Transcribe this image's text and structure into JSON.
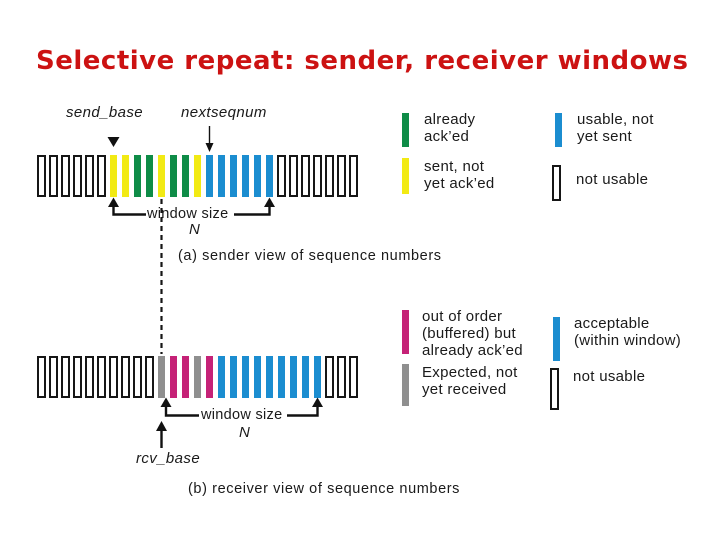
{
  "title": "Selective repeat: sender, receiver windows",
  "colors": {
    "title_red": "#cc1212",
    "green": "#0e8c47",
    "yellow": "#f2ea14",
    "blue": "#1b8dd0",
    "magenta": "#c52277",
    "gray": "#8f8f8f"
  },
  "sender": {
    "send_base_label": "send_base",
    "nextseqnum_label": "nextseqnum",
    "window_size_label": "window size",
    "n_label": "N",
    "caption": "(a) sender view of sequence numbers",
    "bars": [
      "W",
      "W",
      "W",
      "W",
      "W",
      "W",
      "Y",
      "Y",
      "G",
      "G",
      "Y",
      "G",
      "G",
      "Y",
      "B",
      "B",
      "B",
      "B",
      "B",
      "B",
      "W",
      "W",
      "W",
      "W",
      "W",
      "W",
      "W"
    ]
  },
  "receiver": {
    "rcv_base_label": "rcv_base",
    "window_size_label": "window size",
    "n_label": "N",
    "caption": "(b) receiver view of sequence numbers",
    "bars": [
      "W",
      "W",
      "W",
      "W",
      "W",
      "W",
      "W",
      "W",
      "W",
      "W",
      "E",
      "M",
      "M",
      "E",
      "M",
      "B",
      "B",
      "B",
      "B",
      "B",
      "B",
      "B",
      "B",
      "B",
      "W",
      "W",
      "W"
    ]
  },
  "legend_sender": [
    {
      "color": "G",
      "label": "already\nack’ed"
    },
    {
      "color": "B",
      "label": "usable, not\nyet sent"
    },
    {
      "color": "Y",
      "label": "sent, not\nyet ack’ed"
    },
    {
      "color": "W",
      "label": "not usable"
    }
  ],
  "legend_receiver": [
    {
      "color": "M",
      "label": "out of order\n(buffered) but\nalready ack’ed"
    },
    {
      "color": "B",
      "label": "acceptable\n(within window)"
    },
    {
      "color": "E",
      "label": "Expected,  not\nyet received"
    },
    {
      "color": "W",
      "label": "not usable"
    }
  ]
}
